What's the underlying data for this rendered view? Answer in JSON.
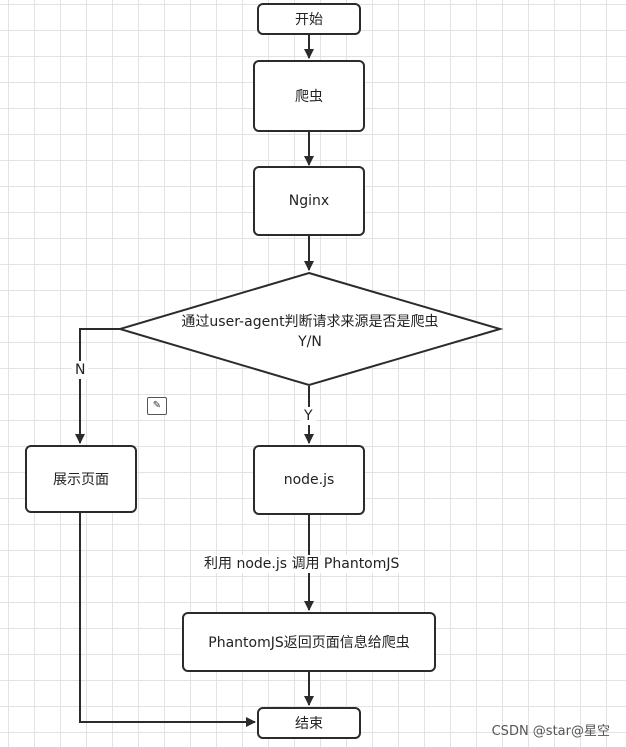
{
  "nodes": {
    "start": "开始",
    "crawler": "爬虫",
    "nginx": "Nginx",
    "decision_line1": "通过user-agent判断请求来源是否是爬虫",
    "decision_line2": "Y/N",
    "show_page": "展示页面",
    "nodejs": "node.js",
    "phantom_return": "PhantomJS返回页面信息给爬虫",
    "end": "结束"
  },
  "edges": {
    "no_label": "N",
    "yes_label": "Y",
    "call_label": "利用 node.js 调用 PhantomJS"
  },
  "icons": {
    "edit": "edit-icon"
  },
  "watermark": "CSDN @star@星空",
  "colors": {
    "stroke": "#2b2b2b",
    "grid": "#e3e3e3"
  }
}
